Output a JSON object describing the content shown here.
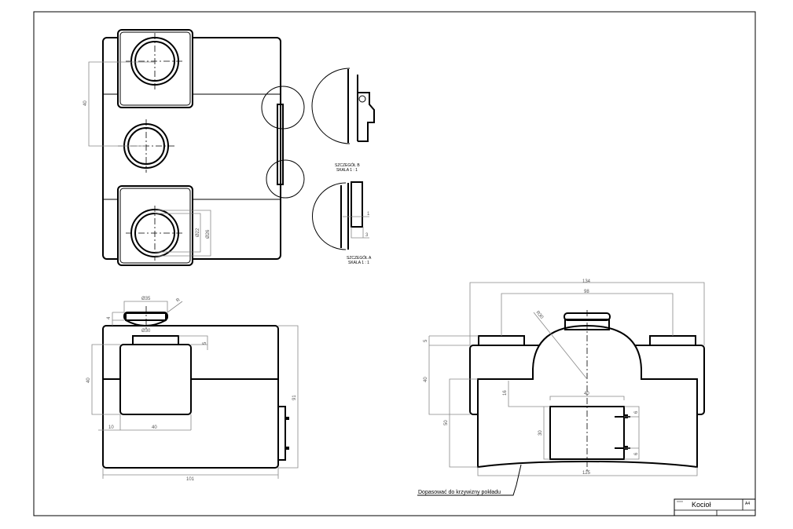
{
  "title_block": {
    "title": "Kocioł",
    "sheet_size": "A4"
  },
  "details": [
    {
      "name": "SZCZEGÓŁ B",
      "scale": "SKALA 1 : 1"
    },
    {
      "name": "SZCZEGÓŁ A",
      "scale": "SKALA 1 : 1"
    }
  ],
  "top_view": {
    "dims": {
      "spacing": "40",
      "inner_dia": "Ø22",
      "outer_dia": "Ø26"
    }
  },
  "detail_a": {
    "dims": {
      "d1": "1",
      "d2": "3"
    }
  },
  "front_view": {
    "dims": {
      "cap_dia": "Ø35",
      "cap_inner_dia": "Ø30",
      "cap_h": "4",
      "cap_r": "R",
      "lid_h": "5",
      "box_h": "40",
      "offset": "10",
      "box_w": "40",
      "width": "101",
      "height": "91"
    }
  },
  "side_view": {
    "dims": {
      "total_w": "134",
      "pad_spacing": "98",
      "dome_r": "R30",
      "pad_h": "5",
      "upper_h": "40",
      "lower_h": "50",
      "door_top": "16",
      "door_w": "40",
      "door_h": "30",
      "hinge_top": "6",
      "hinge_bottom": "6",
      "base_w": "125"
    }
  },
  "note": "Dopasować do krzywizny pokładu"
}
